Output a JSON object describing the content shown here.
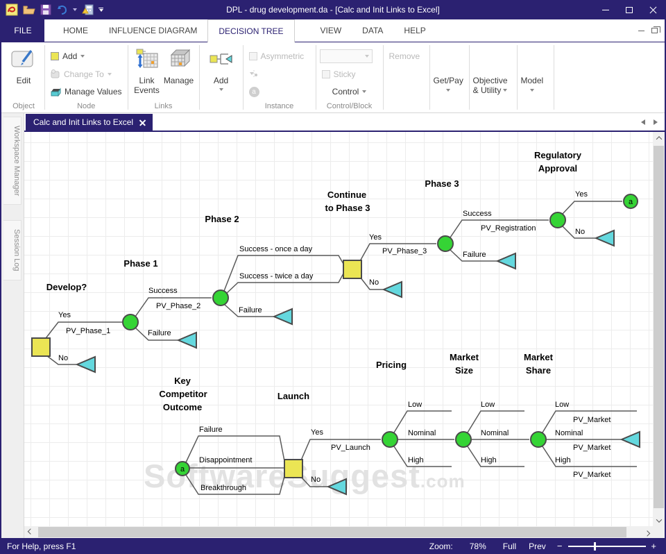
{
  "window": {
    "title": "DPL - drug development.da - [Calc and Init Links to Excel]"
  },
  "tabs": {
    "file": "FILE",
    "home": "HOME",
    "influence": "INFLUENCE DIAGRAM",
    "decision": "DECISION TREE",
    "view": "VIEW",
    "data": "DATA",
    "help": "HELP"
  },
  "ribbon": {
    "object": {
      "label": "Object",
      "edit": "Edit"
    },
    "node": {
      "label": "Node",
      "add": "Add",
      "change_to": "Change To",
      "manage_values": "Manage Values"
    },
    "links": {
      "label": "Links",
      "link_events": "Link Events",
      "manage": "Manage"
    },
    "add_big": "Add",
    "instance": {
      "label": "Instance",
      "asymmetric": "Asymmetric",
      "a": "a"
    },
    "control": {
      "label": "Control/Block",
      "sticky": "Sticky",
      "control": "Control",
      "remove": "Remove"
    },
    "getpay": "Get/Pay",
    "objective1": "Objective",
    "objective2": "& Utility",
    "model": "Model"
  },
  "doc_tab": {
    "label": "Calc and Init Links to Excel"
  },
  "sidebar": {
    "workspace": "Workspace Manager",
    "session": "Session Log"
  },
  "status": {
    "help": "For Help, press F1",
    "zoom_label": "Zoom:",
    "zoom_value": "78%",
    "full": "Full",
    "prev": "Prev",
    "minus": "−",
    "plus": "+"
  },
  "watermark": {
    "main": "SoftwareSuggest",
    "tld": ".com"
  },
  "colors": {
    "accent": "#2b2171",
    "decision_node": "#ebe554",
    "chance_node": "#35d435",
    "end_node": "#64d8de"
  },
  "tree": {
    "titles": {
      "develop": "Develop?",
      "phase1": "Phase 1",
      "phase2": "Phase 2",
      "continue1": "Continue",
      "continue2": "to Phase 3",
      "phase3": "Phase 3",
      "regulatory1": "Regulatory",
      "regulatory2": "Approval",
      "key1": "Key",
      "key2": "Competitor",
      "key3": "Outcome",
      "launch": "Launch",
      "pricing": "Pricing",
      "market": "Market",
      "size": "Size",
      "share": "Share"
    },
    "labels": {
      "yes": "Yes",
      "no": "No",
      "success": "Success",
      "failure": "Failure",
      "pv_phase_1": "PV_Phase_1",
      "pv_phase_2": "PV_Phase_2",
      "pv_phase_3": "PV_Phase_3",
      "success_once": "Success - once a day",
      "success_twice": "Success - twice a day",
      "pv_registration": "PV_Registration",
      "disappointment": "Disappointment",
      "breakthrough": "Breakthrough",
      "pv_launch": "PV_Launch",
      "low": "Low",
      "nominal": "Nominal",
      "high": "High",
      "pv_market": "PV_Market",
      "a": "a"
    }
  }
}
